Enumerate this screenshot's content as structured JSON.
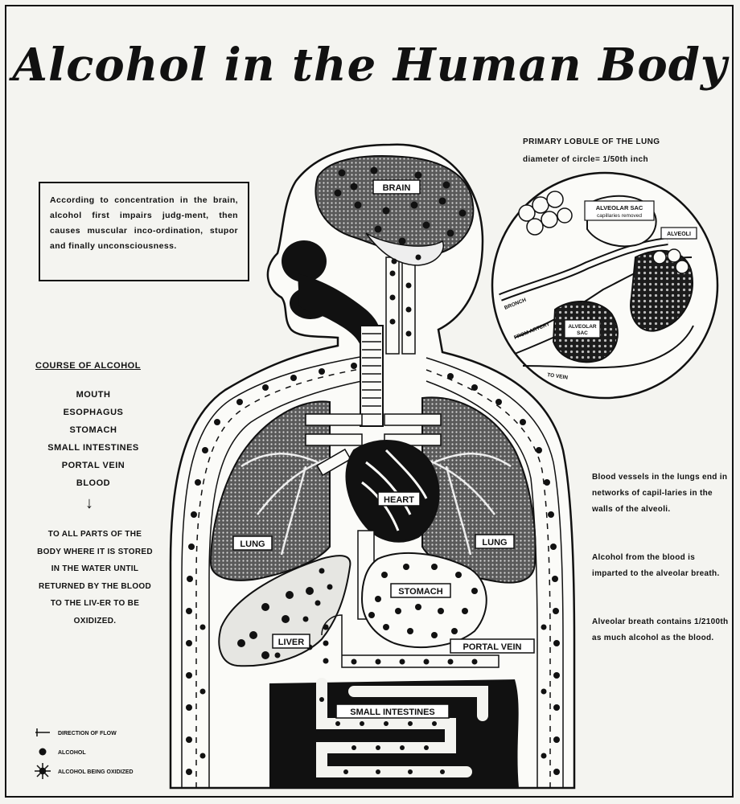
{
  "title": "Alcohol in the Human Body",
  "intro_text": "According to concentration in the brain, alcohol first impairs judg-ment, then causes muscular inco-ordination, stupor and finally unconsciousness.",
  "course": {
    "heading": "COURSE OF ALCOHOL",
    "steps": [
      "MOUTH",
      "ESOPHAGUS",
      "STOMACH",
      "SMALL INTESTINES",
      "PORTAL VEIN",
      "BLOOD"
    ],
    "note": "TO ALL PARTS OF THE BODY WHERE IT IS STORED IN THE WATER UNTIL RETURNED BY THE BLOOD TO THE LIV-ER TO BE OXIDIZED."
  },
  "lobule": {
    "title": "PRIMARY LOBULE OF THE LUNG",
    "subtitle": "diameter of circle= 1/50th inch",
    "labels": {
      "alveolar_sac_top": "ALVEOLAR SAC",
      "capillaries_removed": "capillaries removed",
      "alveoli": "ALVEOLI",
      "bronch": "BRONCH",
      "from_artery": "FROM ARTERY",
      "alveolar_sac_bottom_1": "ALVEOLAR",
      "alveolar_sac_bottom_2": "SAC",
      "to_vein": "TO VEIN"
    }
  },
  "right_notes": [
    "Blood vessels in the lungs end in networks of capil-laries in the walls of the alveoli.",
    "Alcohol from the blood is imparted to the alveolar breath.",
    "Alveolar breath contains 1/2100th as much alcohol as the blood."
  ],
  "organs": {
    "brain": "BRAIN",
    "heart": "HEART",
    "lung_left": "LUNG",
    "lung_right": "LUNG",
    "stomach": "STOMACH",
    "liver": "LIVER",
    "portal_vein": "PORTAL VEIN",
    "small_intestines": "SMALL INTESTINES"
  },
  "legend": {
    "flow": "DIRECTION OF FLOW",
    "alcohol": "ALCOHOL",
    "oxidized": "ALCOHOL BEING OXIDIZED"
  }
}
